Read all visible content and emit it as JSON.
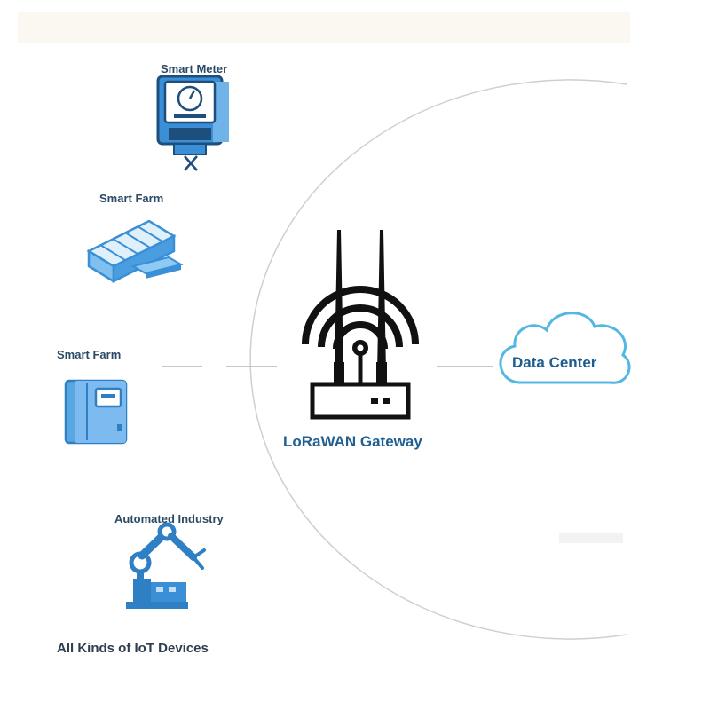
{
  "devices": [
    {
      "name": "smart-meter",
      "label": "Smart Meter",
      "icon": "smart-meter-icon"
    },
    {
      "name": "smart-farm-1",
      "label": "Smart Farm",
      "icon": "greenhouse-icon"
    },
    {
      "name": "smart-farm-2",
      "label": "Smart Farm",
      "icon": "cabinet-icon"
    },
    {
      "name": "automated-industry",
      "label": "Automated Industry",
      "icon": "robot-arm-icon"
    }
  ],
  "footer_label": "All Kinds of IoT Devices",
  "gateway": {
    "label": "LoRaWAN Gateway",
    "icon": "gateway-router-icon"
  },
  "data_center": {
    "label": "Data Center",
    "icon": "cloud-icon"
  },
  "colors": {
    "device_blue": "#3b8fd6",
    "device_dark": "#1e4f7c",
    "cloud_outline": "#52b8e3",
    "gateway_black": "#111111",
    "circle_gray": "#cfcfcf",
    "connector_gray": "#b5b5b5"
  }
}
